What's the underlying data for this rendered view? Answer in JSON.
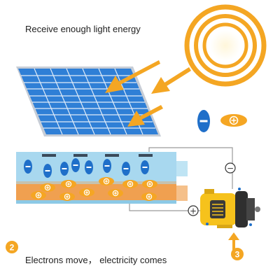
{
  "captions": {
    "top": "Receive enough light energy",
    "bottom": "Electrons move， electricity comes"
  },
  "steps": {
    "two": "2",
    "three": "3"
  },
  "symbols": {
    "minus": "−",
    "plus": "+"
  },
  "icons": [
    "sun-icon",
    "light-arrow-icon",
    "solar-panel-icon",
    "electron-icon",
    "hole-icon",
    "motor-icon",
    "up-arrow-icon"
  ],
  "colors": {
    "panel_blue": "#2f7fd6",
    "sun_orange": "#f4a623",
    "electron_blue": "#1f6fc9",
    "hole_orange": "#f5a623",
    "cell_top": "#a8d8ef",
    "cell_bottom": "#f0a050",
    "motor_yellow": "#f6c21c"
  }
}
